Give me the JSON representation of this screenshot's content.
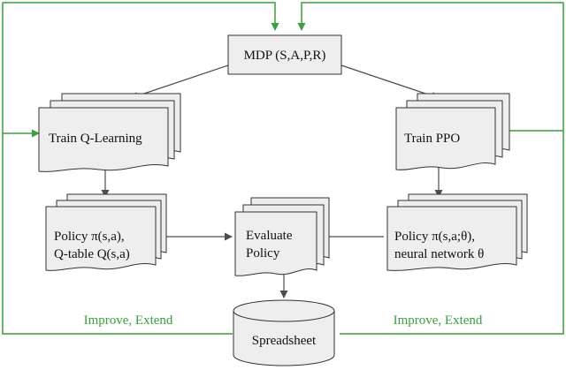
{
  "diagram": {
    "nodes": {
      "mdp": {
        "label": "MDP (S,A,P,R)"
      },
      "train_q": {
        "label": "Train Q-Learning"
      },
      "train_ppo": {
        "label": "Train PPO"
      },
      "policy_q": {
        "line1": "Policy π(s,a),",
        "line2": "Q-table Q(s,a)"
      },
      "evaluate": {
        "line1": "Evaluate",
        "line2": "Policy"
      },
      "policy_ppo": {
        "line1": "Policy π(s,a;θ),",
        "line2": "neural network θ"
      },
      "spreadsheet": {
        "label": "Spreadsheet"
      }
    },
    "feedback_labels": {
      "left": "Improve, Extend",
      "right": "Improve, Extend"
    },
    "colors": {
      "box_fill": "#eeeeee",
      "stroke": "#333333",
      "arrow": "#4d4d4d",
      "feedback": "#3aa03a"
    }
  }
}
